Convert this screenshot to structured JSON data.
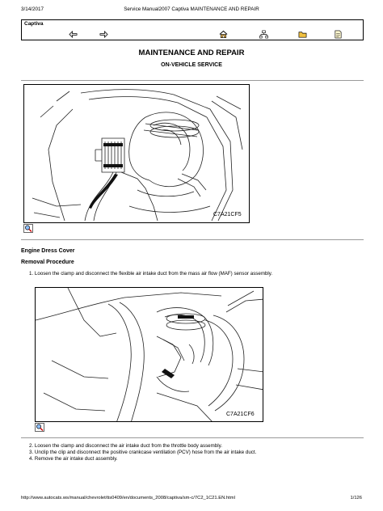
{
  "header": {
    "date": "3/14/2017",
    "title": "Service Manual2007 Captiva MAINTENANCE AND REPAIR"
  },
  "nav": {
    "model": "Captiva",
    "icons": [
      "back-arrow-icon",
      "forward-arrow-icon",
      "home-icon",
      "sitemap-icon",
      "folder-icon",
      "note-icon"
    ]
  },
  "main": {
    "title": "MAINTENANCE AND REPAIR",
    "subtitle": "ON-VEHICLE SERVICE"
  },
  "figures": [
    {
      "label": "C7A21CF5"
    },
    {
      "label": "C7A21CF6"
    }
  ],
  "section": {
    "heading": "Engine Dress Cover",
    "subheading": "Removal Procedure",
    "steps": [
      "1. Loosen the clamp and disconnect the flexible air intake duct from the mass air flow (MAF) sensor assembly.",
      "2. Loosen the clamp and disconnect the air intake duct from the throttle body assembly.",
      "3. Unclip the clip and disconnect the positive crankcase ventilation (PCV) hose from the air intake duct.",
      "4. Remove the air intake duct assembly."
    ]
  },
  "footer": {
    "url": "http://www.autocats.ws/manual/chevrolet/tis0409/en/documents_2008/captiva/sm-c/7C2_1C21.EN.html",
    "page": "1/126"
  }
}
